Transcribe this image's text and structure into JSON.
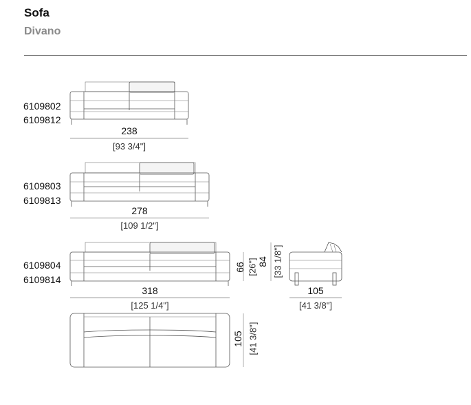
{
  "header": {
    "title": "Sofa",
    "subtitle": "Divano"
  },
  "sofas": [
    {
      "codes": [
        "6109802",
        "6109812"
      ],
      "width_cm": "238",
      "width_in": "[93 3/4\"]"
    },
    {
      "codes": [
        "6109803",
        "6109813"
      ],
      "width_cm": "278",
      "width_in": "[109 1/2\"]"
    },
    {
      "codes": [
        "6109804",
        "6109814"
      ],
      "width_cm": "318",
      "width_in": "[125 1/4\"]"
    }
  ],
  "heights": {
    "seat_cm": "66",
    "seat_in": "[26\"]",
    "total_cm": "84",
    "total_in": "[33 1/8\"]"
  },
  "side": {
    "depth_cm": "105",
    "depth_in": "[41 3/8\"]"
  },
  "top": {
    "depth_cm": "105",
    "depth_in": "[41 3/8\"]"
  }
}
